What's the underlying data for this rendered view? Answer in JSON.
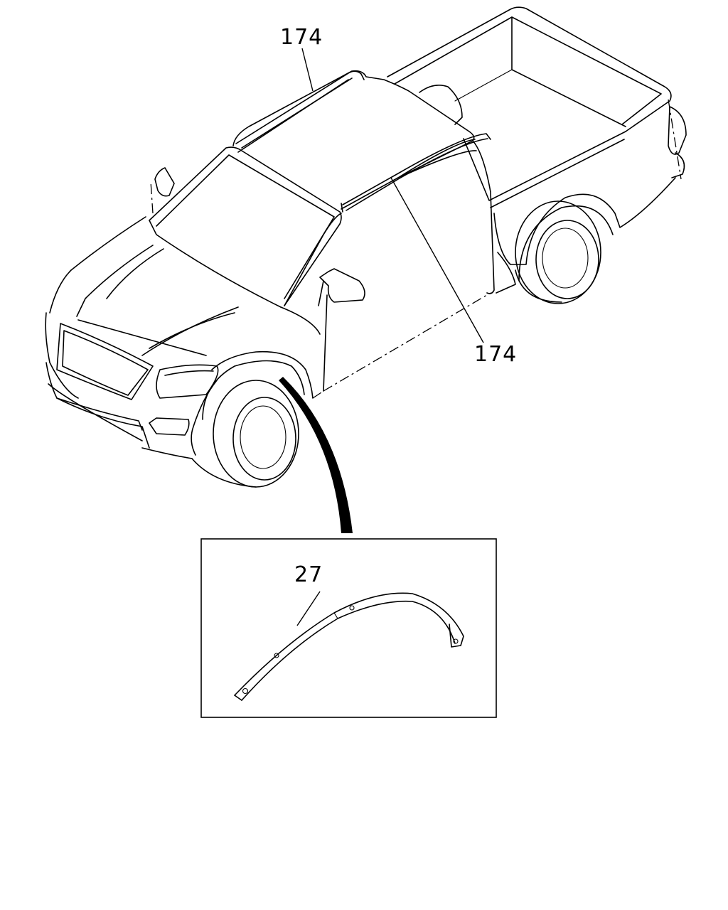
{
  "callouts": {
    "roof_left": {
      "label": "174"
    },
    "roof_right": {
      "label": "174"
    },
    "fender_molding": {
      "label": "27"
    }
  },
  "colors": {
    "line": "#000000",
    "background": "#ffffff"
  }
}
